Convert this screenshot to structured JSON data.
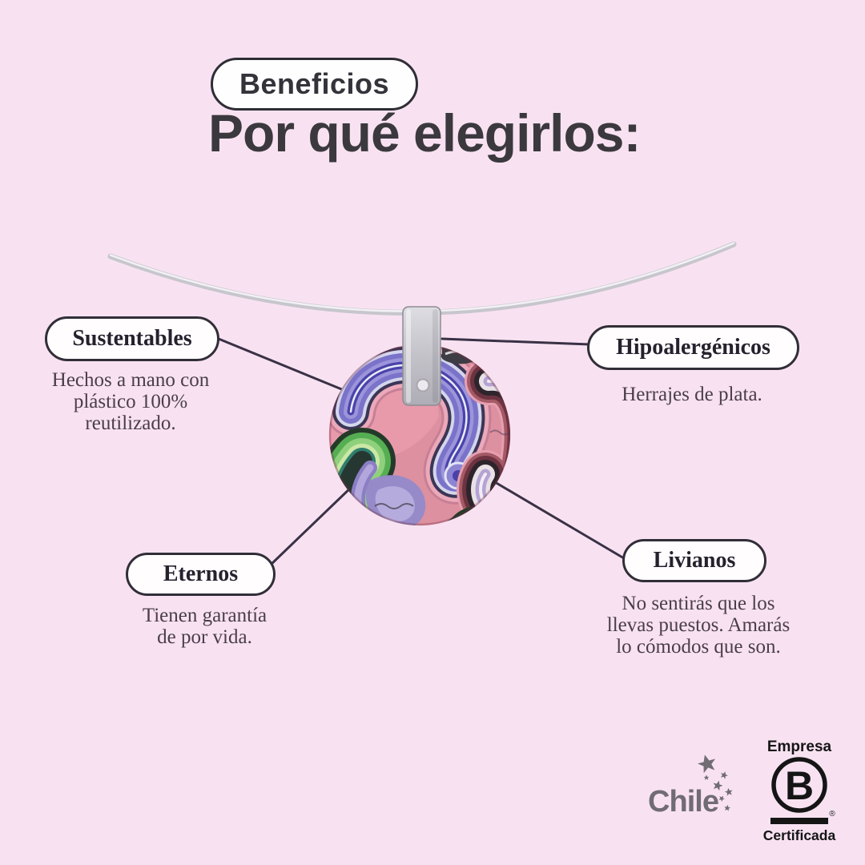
{
  "header": {
    "badge": "Beneficios",
    "title": "Por qué elegirlos:"
  },
  "callouts": [
    {
      "id": "sustentables",
      "label": "Sustentables",
      "body": "Hechos a mano con\nplástico 100%\nreutilizado."
    },
    {
      "id": "hipoalergenicos",
      "label": "Hipoalergénicos",
      "body": "Herrajes de plata."
    },
    {
      "id": "eternos",
      "label": "Eternos",
      "body": "Tienen garantía\nde por vida."
    },
    {
      "id": "livianos",
      "label": "Livianos",
      "body": "No sentirás que los\nllevas puestos. Amarás\nlo cómodos que son."
    }
  ],
  "illustration": {
    "subject": "pendant made of rolled recycled plastic hanging on a silver wire necklace",
    "icons": [
      "necklace-wire",
      "silver-bail",
      "recycled-plastic-pendant"
    ]
  },
  "footer": {
    "chile_logo": {
      "text": "Chile",
      "icon": "star-trail-icon"
    },
    "bcorp_logo": {
      "top": "Empresa",
      "letter": "B",
      "registered": "®",
      "bottom": "Certificada"
    }
  },
  "colors": {
    "background": "#f8e2f2",
    "ink": "#3b393e",
    "serif_ink": "#4a3d4c",
    "pill_border": "#312e38",
    "connector": "#3a3145",
    "wire_silver": "#c9c8cf",
    "chile_gray": "#716c74",
    "bcorp_black": "#151515",
    "pendant_pink": "#dd90a0",
    "pendant_red": "#df4159",
    "pendant_purple": "#7b73ca",
    "pendant_maroon": "#6d3341",
    "pendant_green": "#56ae53",
    "pendant_teal": "#2f7f6e"
  }
}
